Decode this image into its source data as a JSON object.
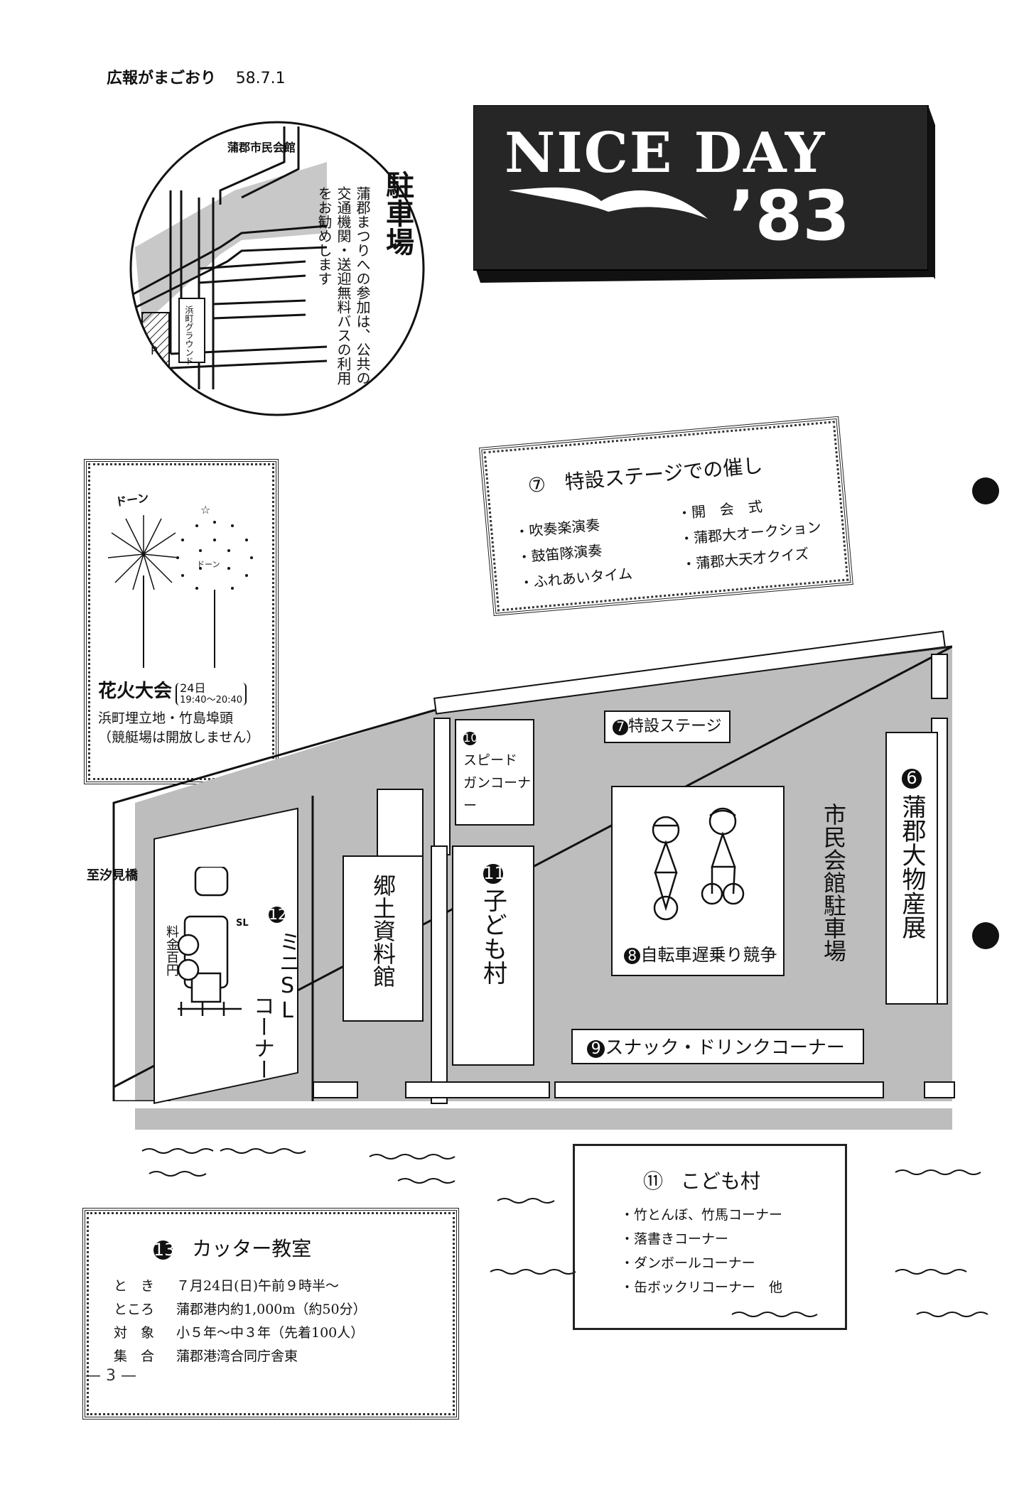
{
  "header": {
    "title": "広報がまごおり",
    "date": "58.7.1"
  },
  "banner": {
    "line1": "NICE DAY",
    "line2": "’83"
  },
  "parking": {
    "title": "駐車場",
    "text": "蒲郡まつりへの参加は、公共の交通機関・送迎無料バスの利用をお勧めします",
    "map_labels": {
      "hall": "蒲郡市民会館",
      "ground": "浜町グラウンド",
      "p": "P"
    }
  },
  "fireworks": {
    "sound1": "ドーン",
    "sound2": "ドーン",
    "title": "花火大会",
    "date": "24日",
    "time": "19:40～20:40",
    "place": "浜町埋立地・竹島埠頭",
    "note": "（競艇場は開放しません）"
  },
  "stage_events": {
    "num": "⑦",
    "title": "特設ステージでの催し",
    "left_items": [
      "・吹奏楽演奏",
      "・鼓笛隊演奏",
      "・ふれあいタイム"
    ],
    "right_items": [
      "・開　会　式",
      "・蒲郡大オークション",
      "・蒲郡大天才クイズ"
    ]
  },
  "site_map": {
    "to_bridge": "至汐見橋",
    "stage": {
      "num": "7",
      "label": "特設ステージ"
    },
    "speed": {
      "num": "10",
      "line1": "スピード",
      "line2": "ガンコーナー"
    },
    "kyodo": "郷土資料館",
    "kodomo": {
      "num": "11",
      "label": "子ども村"
    },
    "bike": {
      "num": "8",
      "label": "自転車遅乗り競争"
    },
    "snack": {
      "num": "9",
      "label": "スナック・ドリンクコーナー"
    },
    "bussan": {
      "num": "6",
      "label": "蒲郡大物産展"
    },
    "hall_parking": "市民会館駐車場",
    "sl": {
      "num": "12",
      "label1": "ミニSL",
      "label2": "コーナー",
      "fee": "料金百円",
      "badge": "SL"
    }
  },
  "kodomo_box": {
    "num": "⑪",
    "title": "こども村",
    "items": [
      "・竹とんぼ、竹馬コーナー",
      "・落書きコーナー",
      "・ダンボールコーナー",
      "・缶ボックリコーナー　他"
    ]
  },
  "cutter": {
    "num": "13",
    "title": "カッター教室",
    "rows": [
      {
        "k": "と　き",
        "v": "７月24日(日)午前９時半～"
      },
      {
        "k": "ところ",
        "v": "蒲郡港内約1,000m（約50分）"
      },
      {
        "k": "対　象",
        "v": "小５年～中３年（先着100人）"
      },
      {
        "k": "集　合",
        "v": "蒲郡港湾合同庁舎東"
      }
    ]
  },
  "footer": {
    "page": "— 3 —"
  }
}
